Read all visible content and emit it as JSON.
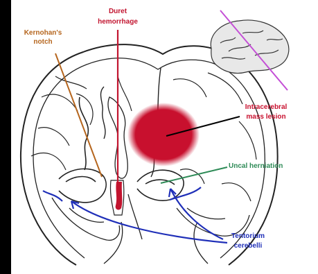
{
  "labels": {
    "kernohan": [
      "Kernohan's",
      "notch"
    ],
    "duret": [
      "Duret",
      "hemorrhage"
    ],
    "mass": [
      "Intracerebral",
      "mass lesion"
    ],
    "uncal": [
      "Uncal herniation"
    ],
    "tentorium": [
      "Tentorium",
      "cerebelli"
    ]
  },
  "colors": {
    "kernohan": "#b5651d",
    "duret": "#c2142f",
    "mass": "#c8102e",
    "uncal": "#2e8b57",
    "tentorium": "#1f2fb8",
    "brain_line": "#c44fd6",
    "outline": "#222222"
  },
  "icons": {
    "brain": "brain-lateral-view-icon"
  }
}
